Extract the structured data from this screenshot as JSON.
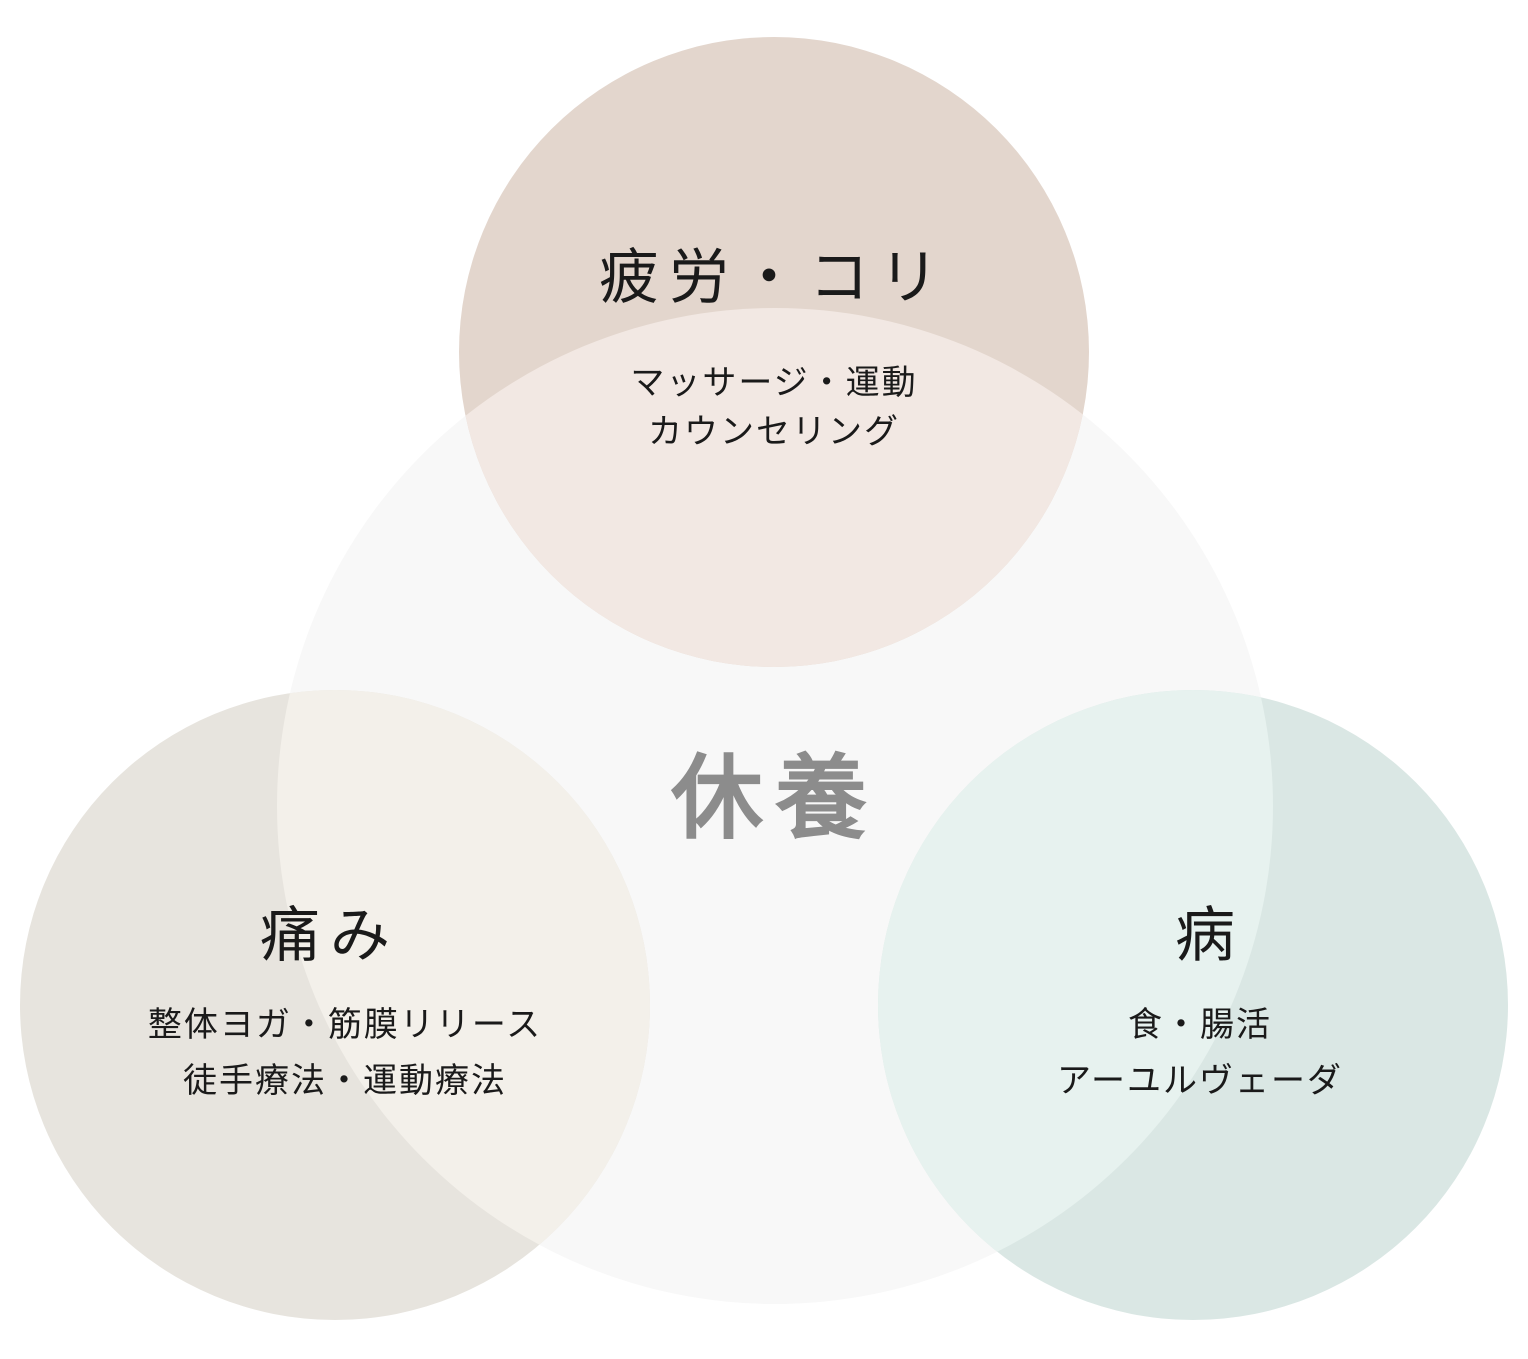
{
  "center": {
    "title": "休養",
    "color": "#f4f4f4"
  },
  "top_circle": {
    "title": "疲労・コリ",
    "lines": [
      "マッサージ・運動",
      "カウンセリング"
    ],
    "color": "#e3d4cb",
    "overlap_color": "#f2e7e2"
  },
  "left_circle": {
    "title": "痛み",
    "lines": [
      "整体ヨガ・筋膜リリース",
      "徒手療法・運動療法"
    ],
    "color": "#e6e3dc",
    "overlap_color": "#f2efe9"
  },
  "right_circle": {
    "title": "病",
    "lines": [
      "食・腸活",
      "アーユルヴェーダ"
    ],
    "color": "#d8e6e2",
    "overlap_color": "#e6f2ef"
  }
}
